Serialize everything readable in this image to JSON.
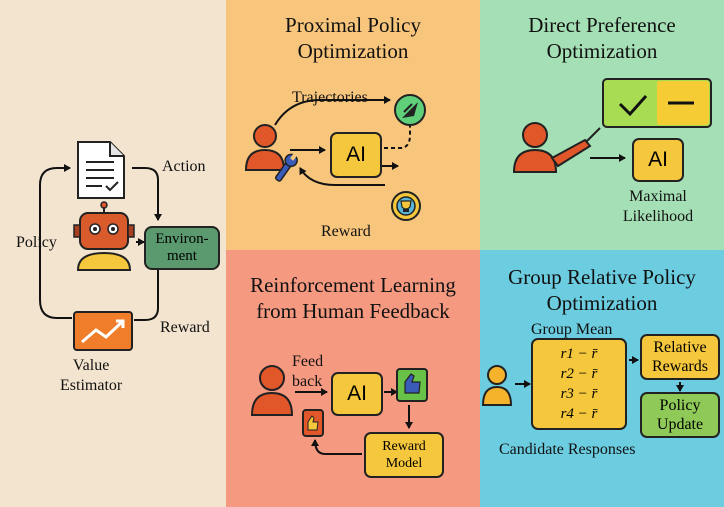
{
  "left_panel": {
    "action": "Action",
    "policy": "Policy",
    "environment": "Environ-\nment",
    "reward": "Reward",
    "value_estimator": "Value\nEstimator"
  },
  "ppo": {
    "title": "Proximal Policy\nOptimization",
    "trajectories": "Trajectories",
    "ai": "AI",
    "reward": "Reward"
  },
  "dpo": {
    "title": "Direct Preference\nOptimization",
    "ai": "AI",
    "maximal": "Maximal\nLikelihood"
  },
  "rlhf": {
    "title": "Reinforcement Learning\nfrom Human Feedback",
    "feedback": "Feed\nback",
    "ai": "AI",
    "reward_model": "Reward\nModel"
  },
  "grpo": {
    "title": "Group Relative Policy\nOptimization",
    "group_mean": "Group Mean",
    "rows": [
      "r1 − r̄",
      "r2 − r̄",
      "r3 − r̄",
      "r4 − r̄"
    ],
    "relative_rewards": "Relative\nRewards",
    "policy_update": "Policy\nUpdate",
    "candidate": "Candidate Responses"
  },
  "colors": {
    "left_bg": "#f3e4cf",
    "ppo_bg": "#f8c57c",
    "dpo_bg": "#a5dfb5",
    "rlhf_bg": "#f59a80",
    "grpo_bg": "#6ccce0",
    "person": "#e2572a",
    "ai_box": "#f5c73c"
  }
}
